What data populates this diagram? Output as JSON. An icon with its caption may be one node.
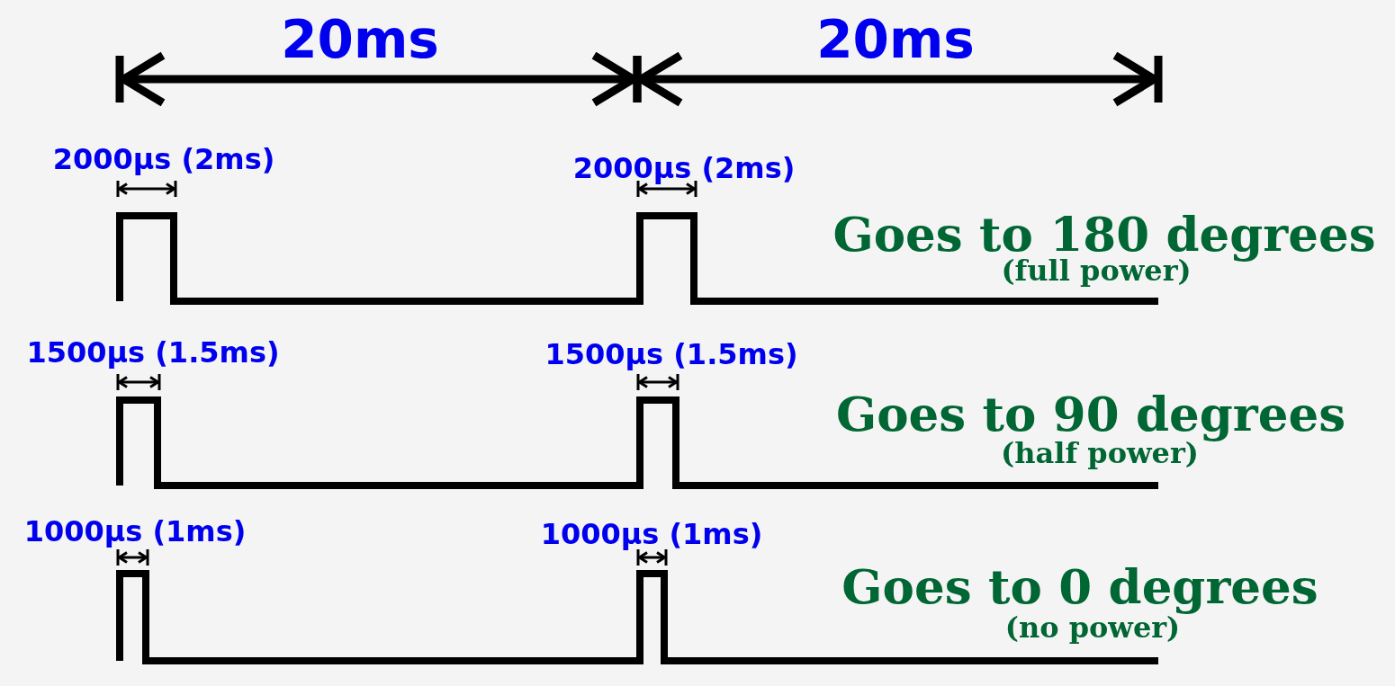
{
  "diagram": {
    "labels": [
      "20ms",
      "20ms",
      "2000μs (2ms)",
      "2000μs (2ms)",
      "Goes to 180 degrees",
      "(full power)",
      "1500μs (1.5ms)",
      "1500μs (1.5ms)",
      "Goes to 90 degrees",
      "(half power)",
      "1000μs (1ms)",
      "1000μs (1ms)",
      "Goes to 0 degrees",
      "(no power)"
    ]
  }
}
